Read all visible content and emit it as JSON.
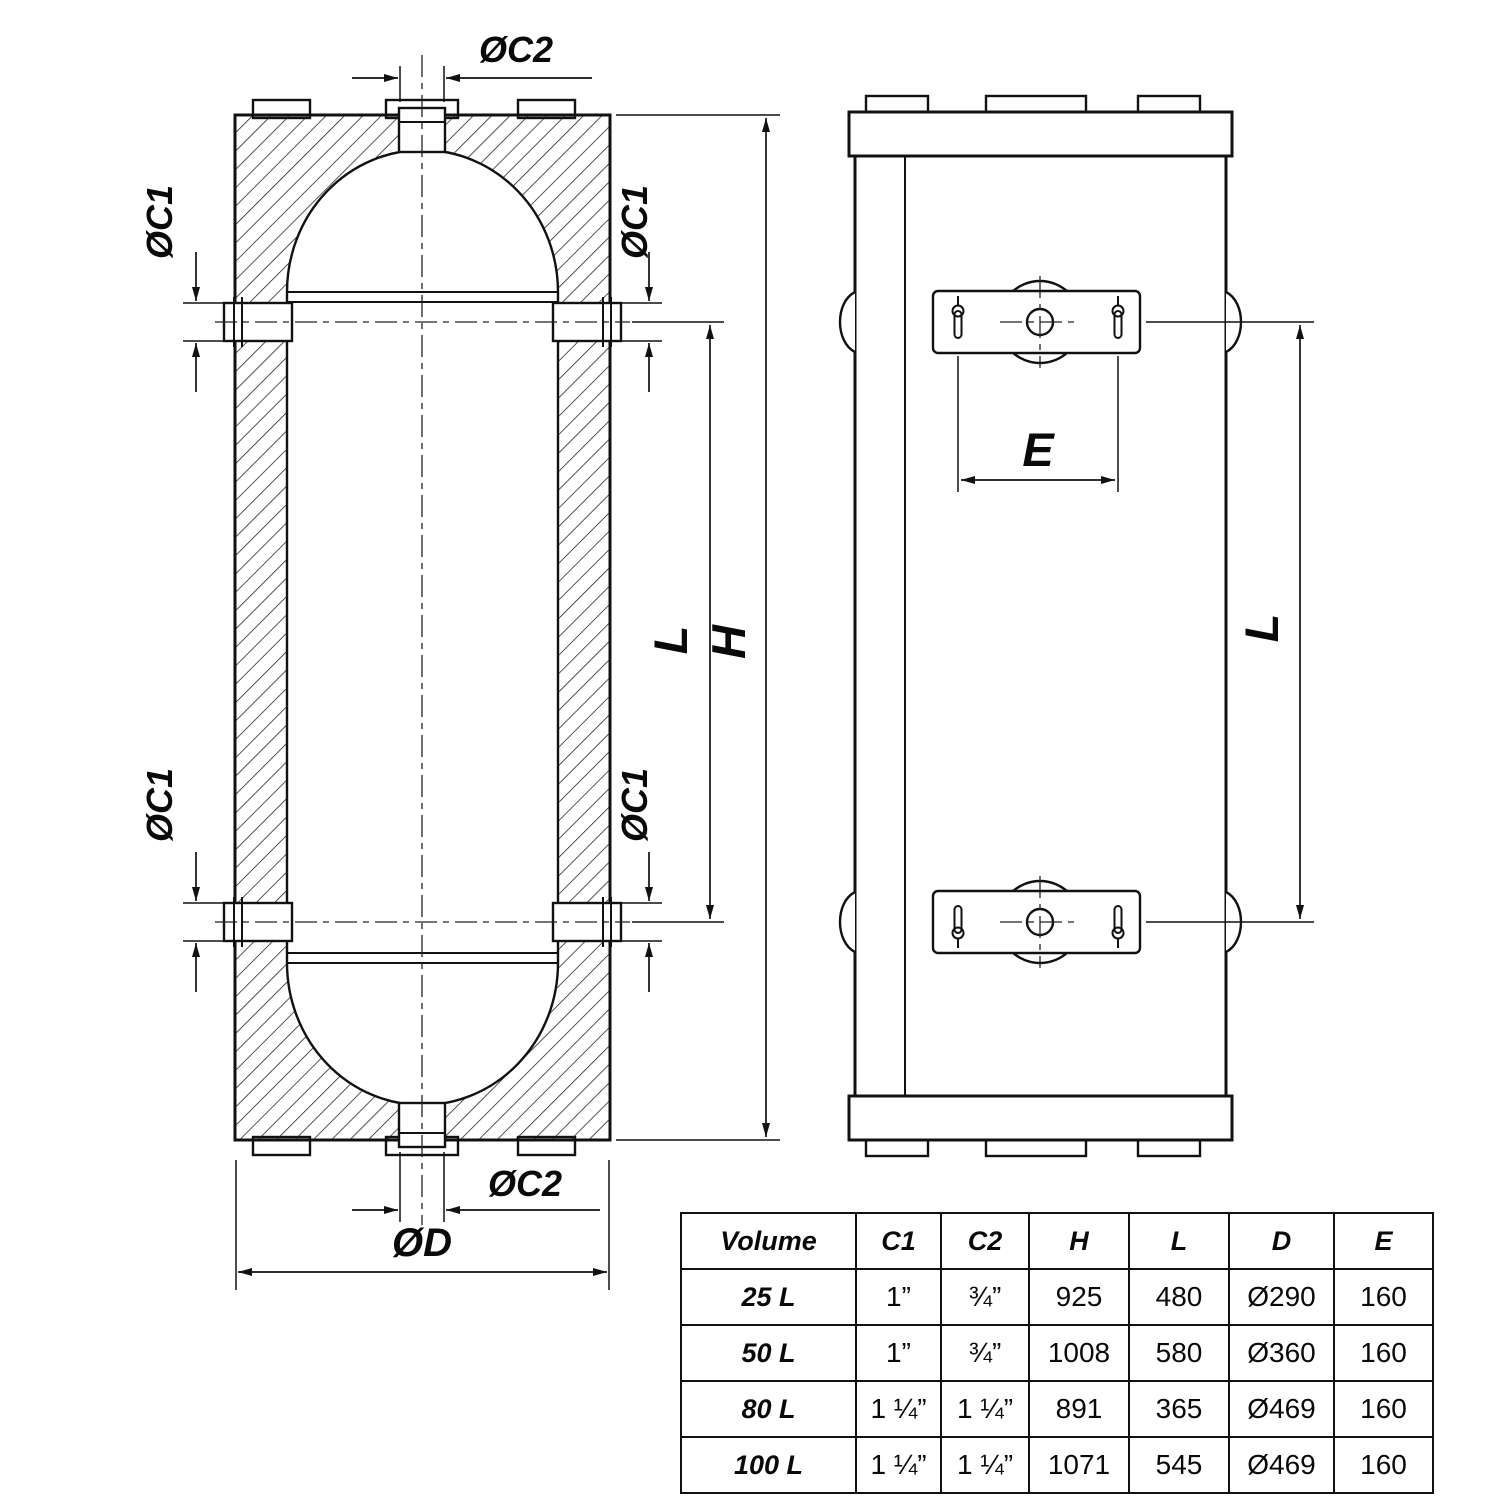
{
  "diagram": {
    "labels": {
      "c2": "ØC2",
      "c1": "ØC1",
      "h": "H",
      "l": "L",
      "d": "ØD",
      "e": "E"
    }
  },
  "table": {
    "headers": [
      "Volume",
      "C1",
      "C2",
      "H",
      "L",
      "D",
      "E"
    ],
    "rows": [
      {
        "volume": "25 L",
        "c1": "1”",
        "c2": "¾”",
        "h": "925",
        "l": "480",
        "d": "Ø290",
        "e": "160"
      },
      {
        "volume": "50 L",
        "c1": "1”",
        "c2": "¾”",
        "h": "1008",
        "l": "580",
        "d": "Ø360",
        "e": "160"
      },
      {
        "volume": "80 L",
        "c1": "1 ¼”",
        "c2": "1 ¼”",
        "h": "891",
        "l": "365",
        "d": "Ø469",
        "e": "160"
      },
      {
        "volume": "100 L",
        "c1": "1 ¼”",
        "c2": "1 ¼”",
        "h": "1071",
        "l": "545",
        "d": "Ø469",
        "e": "160"
      }
    ]
  }
}
